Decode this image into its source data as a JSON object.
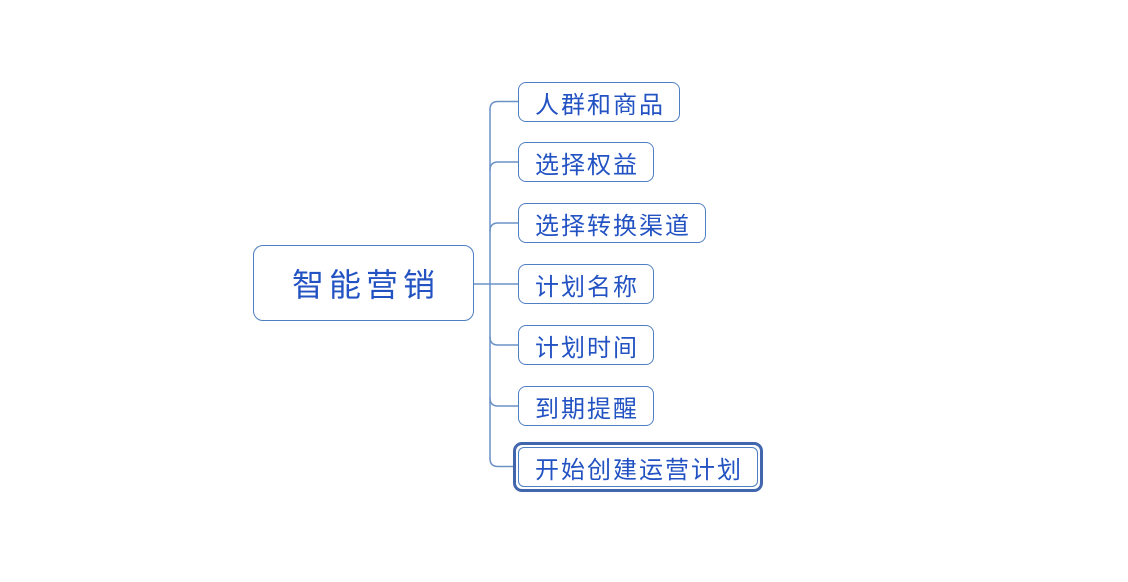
{
  "diagram": {
    "type": "mindmap",
    "root": {
      "label": "智能营销"
    },
    "children": [
      {
        "label": "人群和商品",
        "selected": false
      },
      {
        "label": "选择权益",
        "selected": false
      },
      {
        "label": "选择转换渠道",
        "selected": false
      },
      {
        "label": "计划名称",
        "selected": false
      },
      {
        "label": "计划时间",
        "selected": false
      },
      {
        "label": "到期提醒",
        "selected": false
      },
      {
        "label": "开始创建运营计划",
        "selected": true
      }
    ],
    "colors": {
      "background": "#ffffff",
      "node_border": "#4e7fc1",
      "node_text": "#2353c3",
      "connector_line": "#6b92c7",
      "selection_outline": "#4166ae"
    }
  }
}
